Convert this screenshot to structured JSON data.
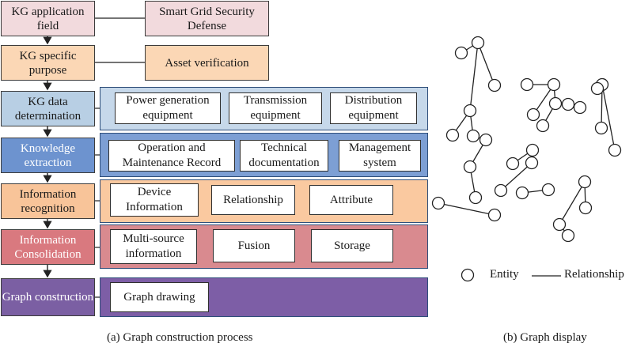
{
  "steps": [
    {
      "label": "KG application field",
      "target": "Smart Grid Security Defense",
      "fill": "#f2dadd",
      "target_fill": "#f2dadd"
    },
    {
      "label": "KG specific purpose",
      "target": "Asset verification",
      "fill": "#fbd7b5",
      "target_fill": "#fbd7b5"
    },
    {
      "label": "KG data determination",
      "fill": "#b8cfe4",
      "band_fill": "#c6d8ea",
      "items": [
        "Power generation equipment",
        "Transmission equipment",
        "Distribution equipment"
      ]
    },
    {
      "label": "Knowledge extraction",
      "fill": "#6d93cf",
      "band_fill": "#7d9fd4",
      "items": [
        "Operation and Maintenance Record",
        "Technical documentation",
        "Management system"
      ]
    },
    {
      "label": "Information recognition",
      "fill": "#f8c499",
      "band_fill": "#fac9a0",
      "items": [
        "Device Information",
        "Relationship",
        "Attribute"
      ]
    },
    {
      "label": "Information Consolidation",
      "fill": "#d9797f",
      "band_fill": "#d98a8f",
      "items": [
        "Multi-source information",
        "Fusion",
        "Storage"
      ]
    },
    {
      "label": "Graph construction",
      "fill": "#7b5fa3",
      "band_fill": "#7d5ea6",
      "items": [
        "Graph drawing"
      ]
    }
  ],
  "graph": {
    "legend_entity": "Entity",
    "legend_relationship": "Relationship",
    "stroke": "#222222"
  },
  "captions": {
    "left": "(a) Graph construction process",
    "right": "(b) Graph display"
  }
}
